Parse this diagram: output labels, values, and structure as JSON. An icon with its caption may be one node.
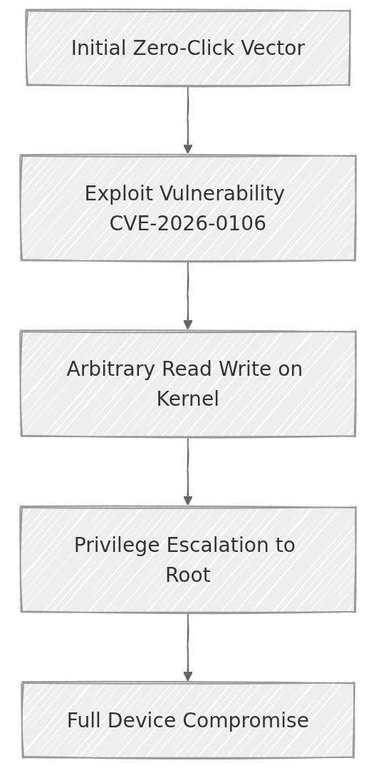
{
  "diagram": {
    "nodes": [
      {
        "text": [
          "Initial Zero-Click Vector"
        ]
      },
      {
        "text": [
          "Exploit Vulnerability CVE-2026-0106"
        ]
      },
      {
        "text": [
          "Arbitrary Read Write on Kernel"
        ]
      },
      {
        "text": [
          "Privilege Escalation to Root"
        ]
      },
      {
        "text": [
          "Full Device Compromise"
        ]
      }
    ],
    "edges": [
      {
        "from": 0,
        "to": 1,
        "arrow": "to"
      },
      {
        "from": 1,
        "to": 2,
        "arrow": "to"
      },
      {
        "from": 2,
        "to": 3,
        "arrow": "to"
      },
      {
        "from": 3,
        "to": 4,
        "arrow": "to"
      }
    ]
  }
}
